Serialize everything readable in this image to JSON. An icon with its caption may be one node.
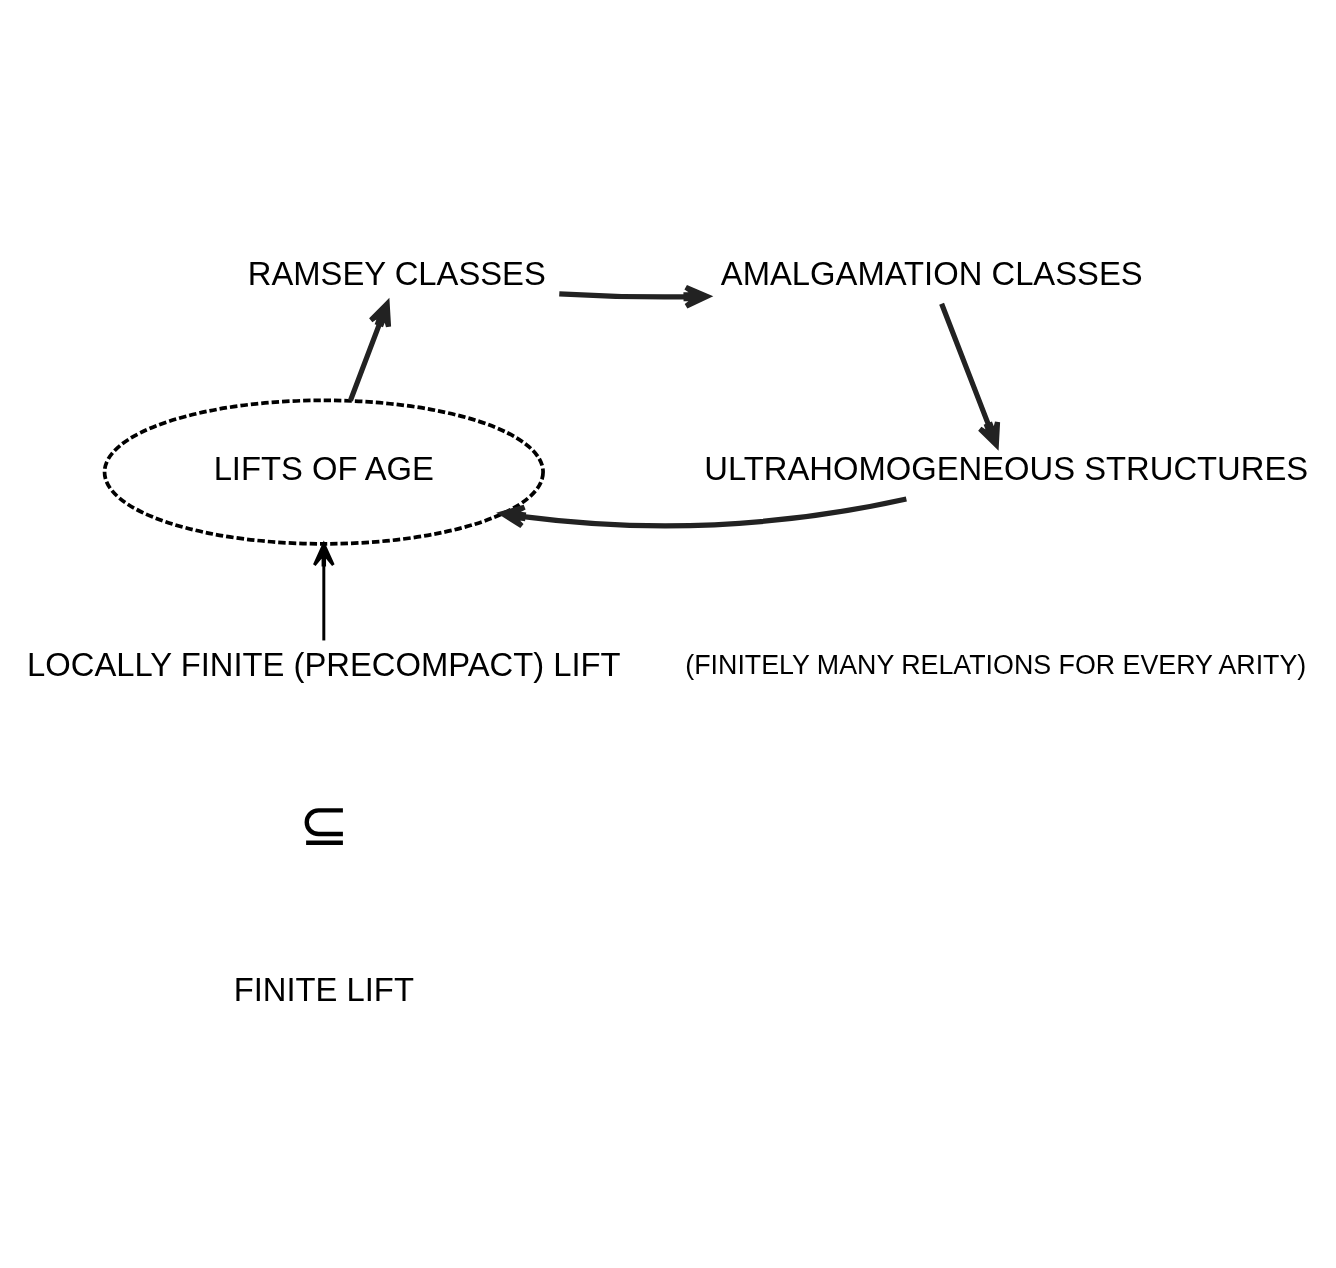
{
  "diagram": {
    "nodes": [
      {
        "text": [
          "RAMSEY CLASSES"
        ]
      },
      {
        "text": [
          "AMALGAMATION CLASSES"
        ]
      },
      {
        "text": [
          "ULTRAHOMOGENEOUS STRUCTURES"
        ]
      },
      {
        "text": [
          "LIFTS OF AGE"
        ]
      },
      {
        "text": [
          "LOCALLY FINITE (PRECOMPACT) LIFT"
        ],
        "beside": [
          "(FINITELY MANY RELATIONS FOR EVERY ARITY)"
        ]
      },
      {
        "text": [
          "FINITE LIFT"
        ]
      }
    ],
    "edges": [
      {
        "from": 0,
        "to": 1,
        "arrow": "to"
      },
      {
        "from": 1,
        "to": 2,
        "arrow": "to"
      },
      {
        "from": 2,
        "to": 3,
        "arrow": "to"
      },
      {
        "from": 3,
        "to": 0,
        "arrow": "to"
      },
      {
        "from": 4,
        "to": 3,
        "arrow": "to"
      }
    ],
    "labels": [
      "⊆"
    ]
  }
}
